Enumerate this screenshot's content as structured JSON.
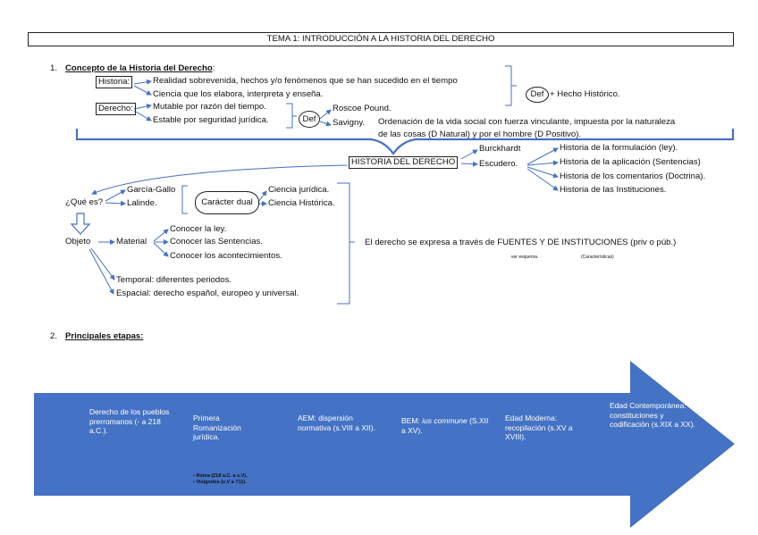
{
  "title": "TEMA 1: INTRODUCCIÓN A LA HISTORIA DEL DERECHO",
  "section1": {
    "number": "1.",
    "heading": "Concepto de la Historia del Derecho",
    "colon": ":",
    "historia_label": "Historia:",
    "historia_items": [
      "Realidad sobrevenida, hechos y/o fenómenos que se han sucedido en el tiempo",
      "Ciencia que los elabora, interpreta y enseña."
    ],
    "def1": "Def",
    "def1_plus": "+  Hecho Histórico.",
    "derecho_label": "Derecho:",
    "derecho_items": [
      "Mutable por razón del tiempo.",
      "Estable por seguridad jurídica."
    ],
    "def2": "Def",
    "roscoe": "Roscoe Pound.",
    "savigny": "Savigny.",
    "ordenacion_1": "Ordenación de la vida social con fuerza vinculante, impuesta por la naturaleza",
    "ordenacion_2": "de las cosas (D Natural) y por el hombre (D Positivo).",
    "historia_del_derecho": "HISTORIA DEL DERECHO",
    "burckhardt": "Burckhardt",
    "escudero": "Escudero.",
    "escudero_items": [
      "Historia de la formulación (ley).",
      "Historia de la aplicación (Sentencias)",
      "Historia de los comentarios (Doctrina).",
      "Historia de las Instituciones."
    ],
    "que_es": "¿Qué es?",
    "garcia_gallo": "García-Gallo",
    "lalinde": "Lalinde.",
    "caracter_dual": "Carácter dual",
    "ciencia_juridica": "Ciencia jurídica.",
    "ciencia_historica": "Ciencia Histórica.",
    "objeto": "Objeto",
    "material": "Material",
    "material_items": [
      "Conocer la ley.",
      "Conocer las Sentencias.",
      "Conocer los acontecimientos."
    ],
    "temporal": "Temporal: diferentes periodos.",
    "espacial": "Espacial: derecho español, europeo y universal.",
    "fuentes": "El derecho se expresa a través de FUENTES Y DE INSTITUCIONES (priv o púb.)",
    "ver_esquema": "ver esquema.",
    "caracteristicas": "(Características)"
  },
  "section2": {
    "number": "2.",
    "heading": "Principales etapas:",
    "stages": [
      "Derecho de los pueblos prerromanos (- a 218 a.C.).",
      "Primera Romanización jurídica.",
      "AEM: dispersión normativa (s.VIII a XII).",
      "BEM: ius commune (S.XII a XV).",
      "Edad Moderna: recopilación (s.XV a XVIII).",
      "Edad Contemporánea: constituciones y codificación (s.XIX a XX)."
    ],
    "stage4_prefix": "BEM: ",
    "stage4_italic": "ius commune",
    "stage4_suffix": " (S.XII a XV).",
    "bullets": [
      "Roma (218 a.C. a s.V).",
      "Visigodos (s.V a 711)."
    ],
    "arrow_color": "#4472C4"
  }
}
